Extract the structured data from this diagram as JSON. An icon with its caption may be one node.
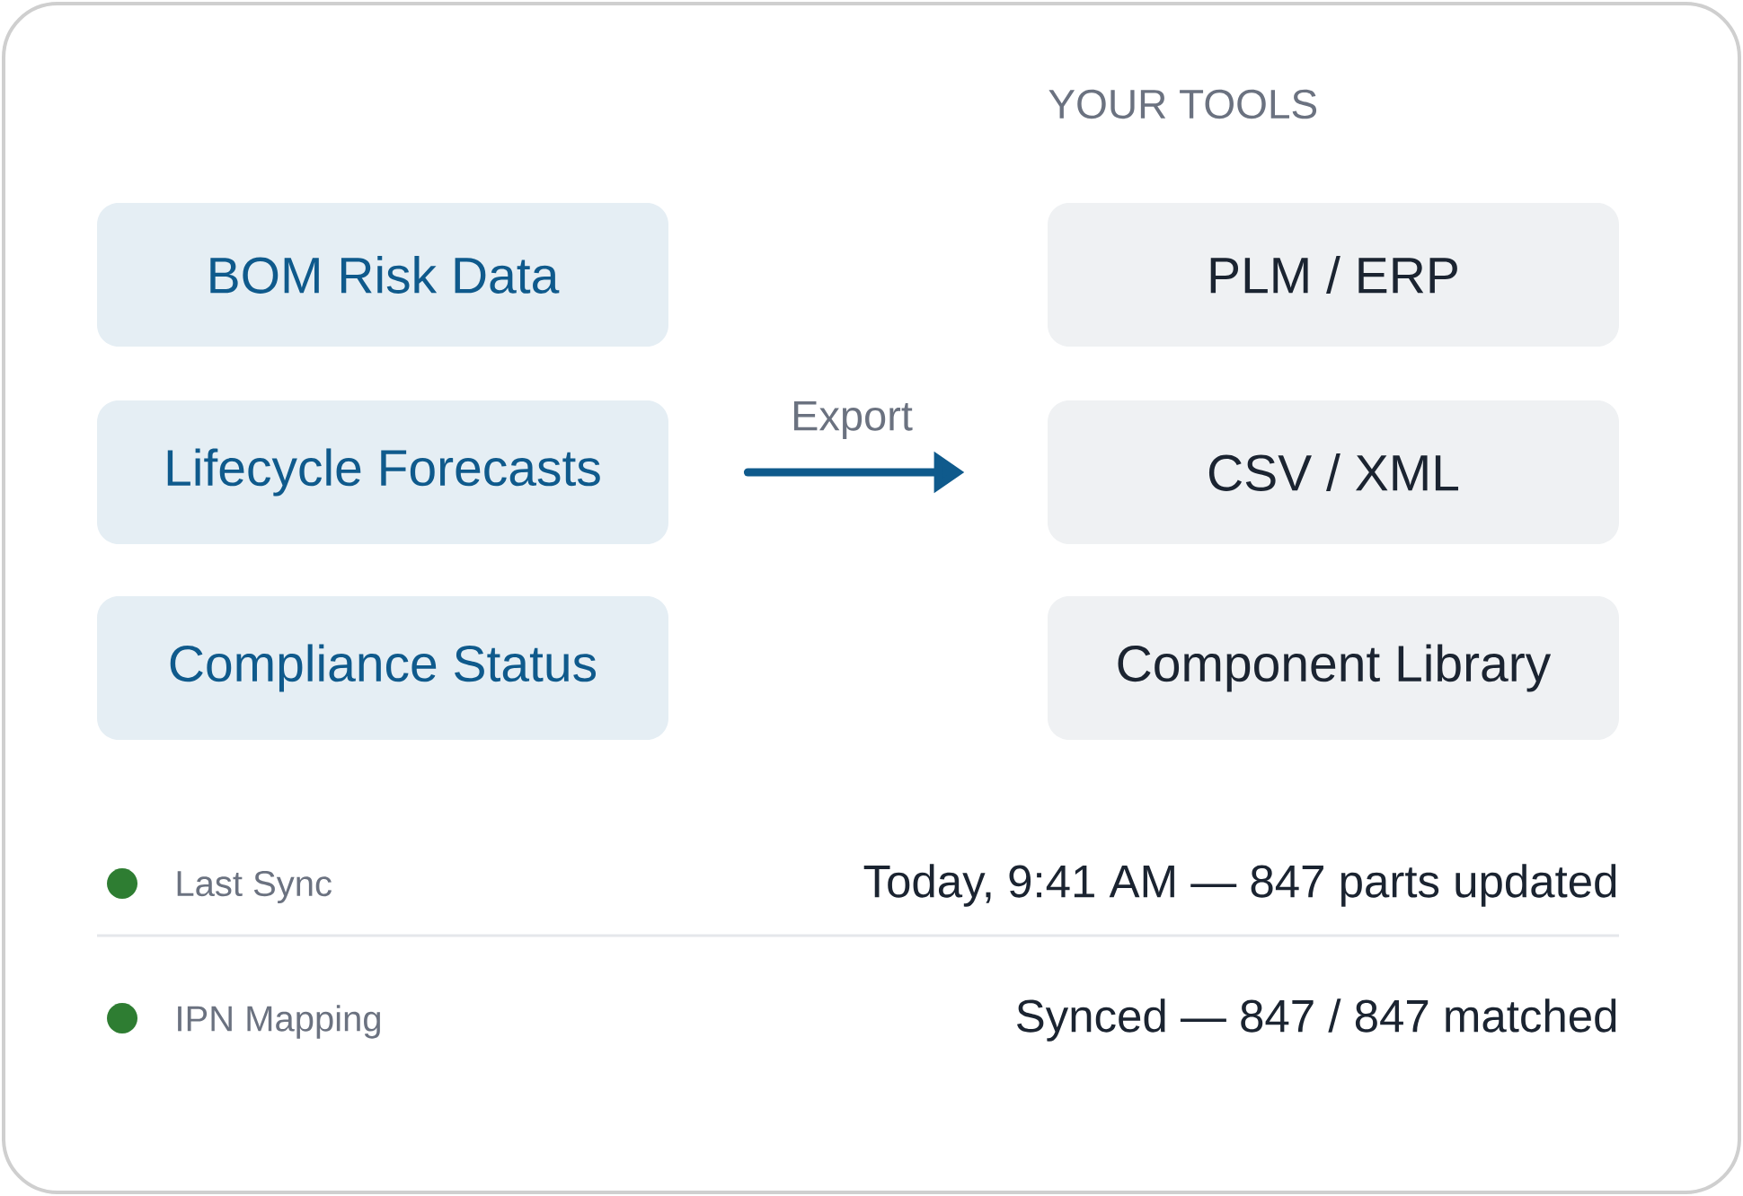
{
  "diagram": {
    "nodes": [
      {
        "text": [
          "BOM Risk Data"
        ]
      },
      {
        "text": [
          "Lifecycle Forecasts"
        ]
      },
      {
        "text": [
          "Compliance Status"
        ]
      },
      {
        "text": [
          "PLM / ERP"
        ]
      },
      {
        "text": [
          "CSV / XML"
        ]
      },
      {
        "text": [
          "Component Library"
        ]
      }
    ],
    "edges": [
      {
        "from": 1,
        "to": 4,
        "arrow": "to",
        "label": "Export"
      }
    ],
    "labels": [
      "YOUR TOOLS",
      "Last Sync",
      "Today, 9:41 AM — 847 parts updated",
      "IPN Mapping",
      "Synced — 847 / 847 matched"
    ]
  }
}
